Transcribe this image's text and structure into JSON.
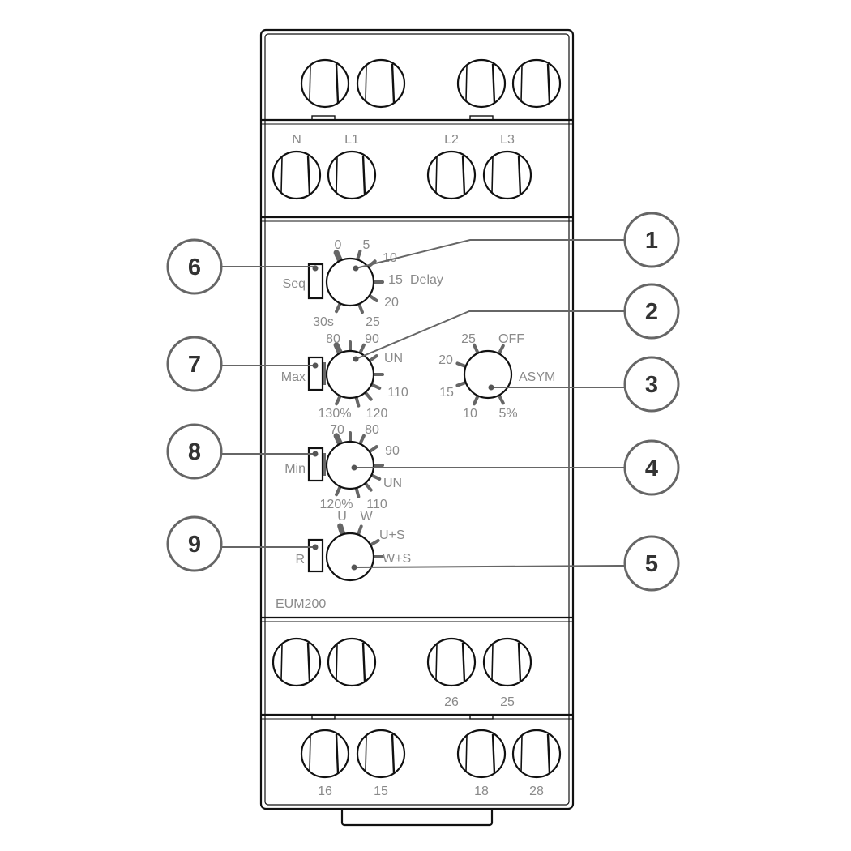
{
  "device": {
    "model": "EUM200",
    "top_terminal_labels": [
      "N",
      "L1",
      "L2",
      "L3"
    ],
    "lower_terminal_labels": [
      "26",
      "25"
    ],
    "bottom_terminal_labels": [
      "16",
      "15",
      "18",
      "28"
    ]
  },
  "dials": {
    "delay": {
      "title": "Delay",
      "scale": [
        "0",
        "5",
        "10",
        "15",
        "20",
        "25",
        "30s"
      ]
    },
    "max": {
      "scale": [
        "80",
        "90",
        "UN",
        "110",
        "120",
        "130%"
      ]
    },
    "asym": {
      "title": "ASYM",
      "scale": [
        "OFF",
        "25",
        "20",
        "15",
        "10",
        "5%"
      ]
    },
    "min": {
      "scale": [
        "70",
        "80",
        "90",
        "UN",
        "110",
        "120%"
      ]
    },
    "mode": {
      "scale": [
        "U",
        "W",
        "U+S",
        "W+S"
      ]
    }
  },
  "leds": {
    "seq": "Seq",
    "max": "Max",
    "min": "Min",
    "r": "R"
  },
  "callouts": [
    "1",
    "2",
    "3",
    "4",
    "5",
    "6",
    "7",
    "8",
    "9"
  ],
  "colors": {
    "outline": "#111111",
    "label": "#8a8a8a",
    "leader": "#666666"
  }
}
